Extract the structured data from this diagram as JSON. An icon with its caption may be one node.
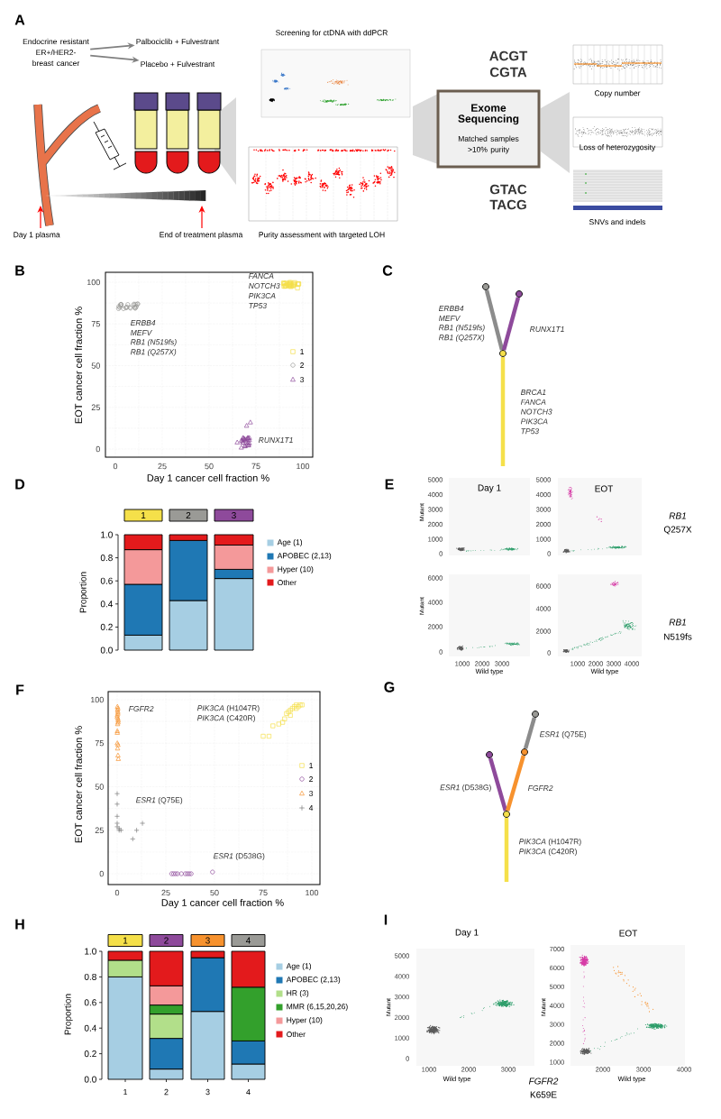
{
  "diagram": {
    "nodes": [
      {
        "text": [
          "Endocrine resistant ER+/HER2- breast cancer"
        ]
      },
      {
        "text": [
          "Palbociclib + Fulvestrant"
        ]
      },
      {
        "text": [
          "Placebo + Fulvestrant"
        ]
      },
      {
        "text": [
          "Exome Sequencing",
          "Matched samples >10% purity"
        ]
      },
      {
        "text": [],
        "shape": "circle"
      },
      {
        "text": [],
        "shape": "circle"
      },
      {
        "text": [],
        "shape": "circle"
      },
      {
        "text": [
          "1"
        ]
      },
      {
        "text": [
          "2"
        ]
      },
      {
        "text": [
          "3"
        ]
      },
      {
        "text": [],
        "shape": "circle"
      },
      {
        "text": [],
        "shape": "circle"
      },
      {
        "text": [],
        "shape": "circle"
      },
      {
        "text": [],
        "shape": "circle"
      },
      {
        "text": [
          "1"
        ]
      },
      {
        "text": [
          "2"
        ]
      },
      {
        "text": [
          "3"
        ]
      },
      {
        "text": [
          "4"
        ]
      }
    ],
    "edges": [
      {
        "from": 0,
        "to": 1,
        "arrow": "to"
      },
      {
        "from": 0,
        "to": 2,
        "arrow": "to"
      },
      {
        "from": null,
        "to": 6,
        "arrow": "none",
        "color": "#f5e04a"
      },
      {
        "from": 6,
        "to": 4,
        "arrow": "none",
        "color": "#8c8c8c"
      },
      {
        "from": 6,
        "to": 5,
        "arrow": "none",
        "color": "#8e4a9b"
      },
      {
        "from": null,
        "to": 13,
        "arrow": "none",
        "color": "#f5e04a"
      },
      {
        "from": 13,
        "to": 12,
        "arrow": "none",
        "color": "#8e4a9b"
      },
      {
        "from": 13,
        "to": 11,
        "arrow": "none",
        "color": "#f7922e"
      },
      {
        "from": 11,
        "to": 10,
        "arrow": "none",
        "color": "#8c8c8c"
      }
    ],
    "labels": [
      "A",
      "Screening for ctDNA with ddPCR",
      "ACGT",
      "CGTA",
      "Copy number",
      "Loss of heterozygosity",
      "GTAC",
      "TACG",
      "SNVs and indels",
      "Day 1 plasma",
      "End of treatment plasma",
      "Purity assessment with targeted LOH",
      "B",
      "C",
      "100",
      "75",
      "50",
      "25",
      "0",
      "0",
      "25",
      "50",
      "75",
      "100",
      "EOT cancer cell fraction %",
      "Day 1 cancer cell fraction %",
      "FANCA",
      "NOTCH3",
      "PIK3CA",
      "TP53",
      "ERBB4",
      "MEFV",
      "RB1 (N519fs)",
      "RB1 (Q257X)",
      "RUNX1T1",
      "ERBB4",
      "MEFV",
      "RB1 (N519fs)",
      "RB1 (Q257X)",
      "RUNX1T1",
      "BRCA1",
      "FANCA",
      "NOTCH3",
      "PIK3CA",
      "TP53",
      "D",
      "E",
      "1.0",
      "0.8",
      "0.6",
      "0.4",
      "0.2",
      "0.0",
      "Proportion",
      "Day 1",
      "EOT",
      "5000",
      "4000",
      "3000",
      "2000",
      "1000",
      "0",
      "5000",
      "4000",
      "3000",
      "2000",
      "1000",
      "0",
      "Mutant",
      "RB1",
      "Q257X",
      "6000",
      "4000",
      "2000",
      "0",
      "6000",
      "4000",
      "2000",
      "0",
      "Mutant",
      "RB1",
      "N519fs",
      "1000",
      "2000",
      "3000",
      "Wild type",
      "1000",
      "2000",
      "3000",
      "4000",
      "Wild type",
      "F",
      "G",
      "100",
      "75",
      "50",
      "25",
      "0",
      "0",
      "25",
      "50",
      "75",
      "100",
      "EOT cancer cell fraction %",
      "Day 1 cancer cell fraction %",
      "FGFR2",
      "*PIK3CA* (H1047R)",
      "*PIK3CA* (C420R)",
      "*ESR1* (Q75E)",
      "*ESR1* (D538G)",
      "*ESR1* (Q75E)",
      "*ESR1* (D538G)",
      "FGFR2",
      "*PIK3CA* (H1047R)",
      "*PIK3CA* (C420R)",
      "H",
      "I",
      "1.0",
      "0.8",
      "0.6",
      "0.4",
      "0.2",
      "0.0",
      "Proportion",
      "1",
      "2",
      "3",
      "4",
      "Day 1",
      "EOT",
      "5000",
      "4000",
      "3000",
      "2000",
      "1000",
      "0",
      "7000",
      "6000",
      "5000",
      "4000",
      "3000",
      "2000",
      "1000",
      "Mutant",
      "Mutant",
      "1000",
      "2000",
      "3000",
      "2000",
      "3000",
      "4000",
      "Wild type",
      "FGFR2",
      "Wild type",
      "K659E"
    ],
    "legend": [
      {
        "text": "1"
      },
      {
        "text": "2"
      },
      {
        "text": "3"
      },
      {
        "text": "Age (1)",
        "color": "#a6cee3"
      },
      {
        "text": "APOBEC (2,13)",
        "color": "#1f78b4"
      },
      {
        "text": "Hyper (10)",
        "color": "#f4999a"
      },
      {
        "text": "Other",
        "color": "#e31a1c"
      },
      {
        "text": "1"
      },
      {
        "text": "2"
      },
      {
        "text": "3"
      },
      {
        "text": "4"
      },
      {
        "text": "Age (1)",
        "color": "#a6cee3"
      },
      {
        "text": "APOBEC (2,13)",
        "color": "#1f78b4"
      },
      {
        "text": "HR (3)",
        "color": "#b2df8a"
      },
      {
        "text": "MMR (6,15,20,26)",
        "color": "#33a02c"
      },
      {
        "text": "Hyper (10)",
        "color": "#f4999a"
      },
      {
        "text": "Other",
        "color": "#e31a1c"
      }
    ]
  }
}
